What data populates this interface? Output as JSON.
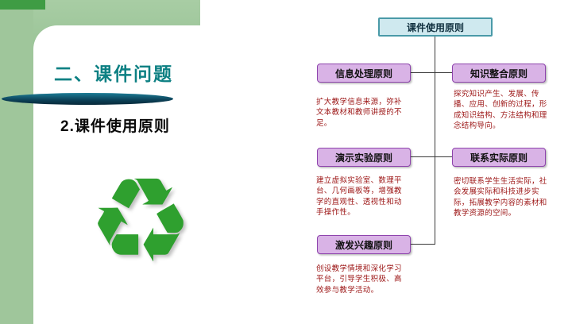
{
  "slide": {
    "title": "二、课件问题",
    "subtitle": "2.课件使用原则",
    "recycle_glyph": "♻",
    "colors": {
      "frame_green": "#9fc69b",
      "dark_green": "#3f9c44",
      "title_teal": "#0d8083",
      "swoosh_navy": "#0b3c52",
      "root_box_fill": "#cfe9ef",
      "root_box_border": "#4a9aa8",
      "branch_box_fill": "#d9b3e6",
      "branch_box_border": "#8e44ad",
      "note_red": "#9c1515",
      "recycle_green": "#2fa02f"
    }
  },
  "flowchart": {
    "root_label": "课件使用原则",
    "left": [
      {
        "label": "信息处理原则",
        "note": "扩大教学信息来源，弥补文本教材和教师讲授的不足。"
      },
      {
        "label": "演示实验原则",
        "note": "建立虚拟实验室、数理平台、几何画板等，增强教学的直观性、透视性和动手操作性。"
      },
      {
        "label": "激发兴趣原则",
        "note": "创设教学情境和深化学习平台，引导学生积极、高效参与教学活动。"
      }
    ],
    "right": [
      {
        "label": "知识整合原则",
        "note": "探究知识产生、发展、传播、应用、创新的过程，形成知识结构、方法结构和理念结构导向。"
      },
      {
        "label": "联系实际原则",
        "note": "密切联系学生生活实际，社会发展实际和科技进步实际，拓展教学内容的素材和教学资源的空间。"
      }
    ]
  }
}
